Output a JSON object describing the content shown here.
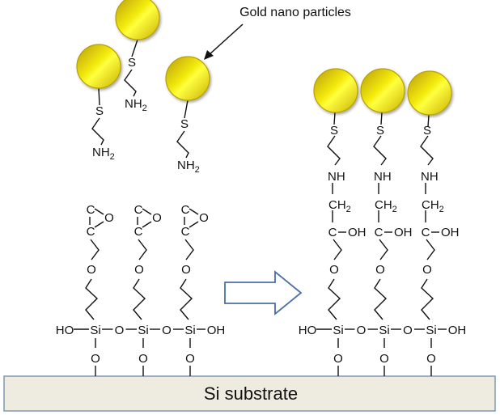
{
  "labels": {
    "gold_nano_particles": "Gold nano particles",
    "substrate": "Si substrate"
  },
  "silane_row": [
    "HO",
    "Si",
    "O",
    "Si",
    "O",
    "Si",
    "OH"
  ],
  "epoxy_chain": {
    "ring_c": "C",
    "ring_o": "O",
    "ether_o": "O",
    "surface_o": "O"
  },
  "amine_ligand": {
    "s": "S",
    "nh": "NH",
    "sub": "2"
  },
  "product_chain": {
    "s": "S",
    "nh": "NH",
    "ch": "CH",
    "sub": "2",
    "c": "C",
    "oh": "OH",
    "ether_o": "O",
    "surface_o": "O"
  },
  "colors": {
    "gold_dark": "#c2a000",
    "gold_light": "#ffff30",
    "substrate_fill": "#eeebe0",
    "substrate_border": "#7f97b2",
    "arrow_border": "#4a6fa5"
  }
}
